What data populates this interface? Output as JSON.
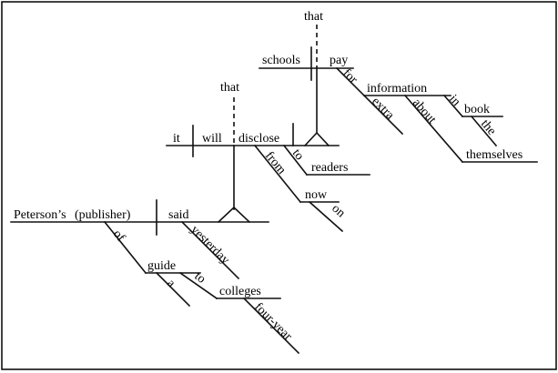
{
  "words": {
    "subject": "Peterson’s",
    "appositive": "(publisher)",
    "main_verb": "said",
    "adv_yesterday": "yesterday",
    "prep_of": "of",
    "obj_guide": "guide",
    "art_a": "a",
    "prep_to_colleges": "to",
    "obj_colleges": "colleges",
    "adj_four_year": "four-year",
    "that_1": "that",
    "it": "it",
    "will": "will",
    "disclose": "disclose",
    "prep_to_readers": "to",
    "obj_readers": "readers",
    "prep_from": "from",
    "obj_now": "now",
    "adv_on": "on",
    "that_2": "that",
    "schools": "schools",
    "pay": "pay",
    "prep_for": "for",
    "obj_information": "information",
    "adj_extra": "extra",
    "prep_about": "about",
    "obj_themselves": "themselves",
    "prep_in": "in",
    "obj_book": "book",
    "art_the": "the"
  }
}
